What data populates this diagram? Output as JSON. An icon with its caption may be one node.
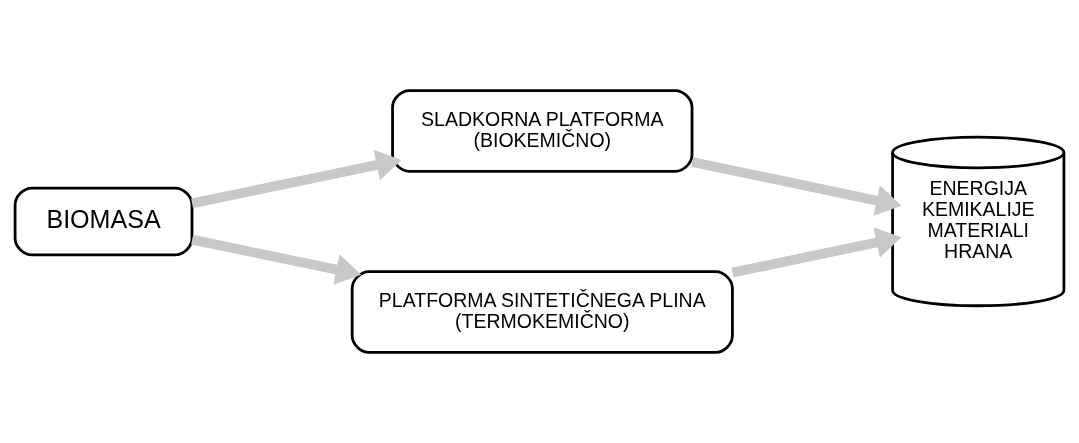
{
  "diagram": {
    "nodes": [
      {
        "text": [
          "BIOMASA"
        ]
      },
      {
        "text": [
          "SLADKORNA PLATFORMA",
          "(BIOKEMIČNO)"
        ]
      },
      {
        "text": [
          "PLATFORMA SINTETIČNEGA PLINA",
          "(TERMOKEMIČNO)"
        ]
      },
      {
        "text": [
          "ENERGIJA",
          "KEMIKALIJE",
          "MATERIALI",
          "HRANA"
        ]
      }
    ],
    "edges": [
      {
        "from": 0,
        "to": 1,
        "arrow": "to"
      },
      {
        "from": 0,
        "to": 2,
        "arrow": "to"
      },
      {
        "from": 1,
        "to": 3,
        "arrow": "to"
      },
      {
        "from": 2,
        "to": 3,
        "arrow": "to"
      }
    ]
  }
}
